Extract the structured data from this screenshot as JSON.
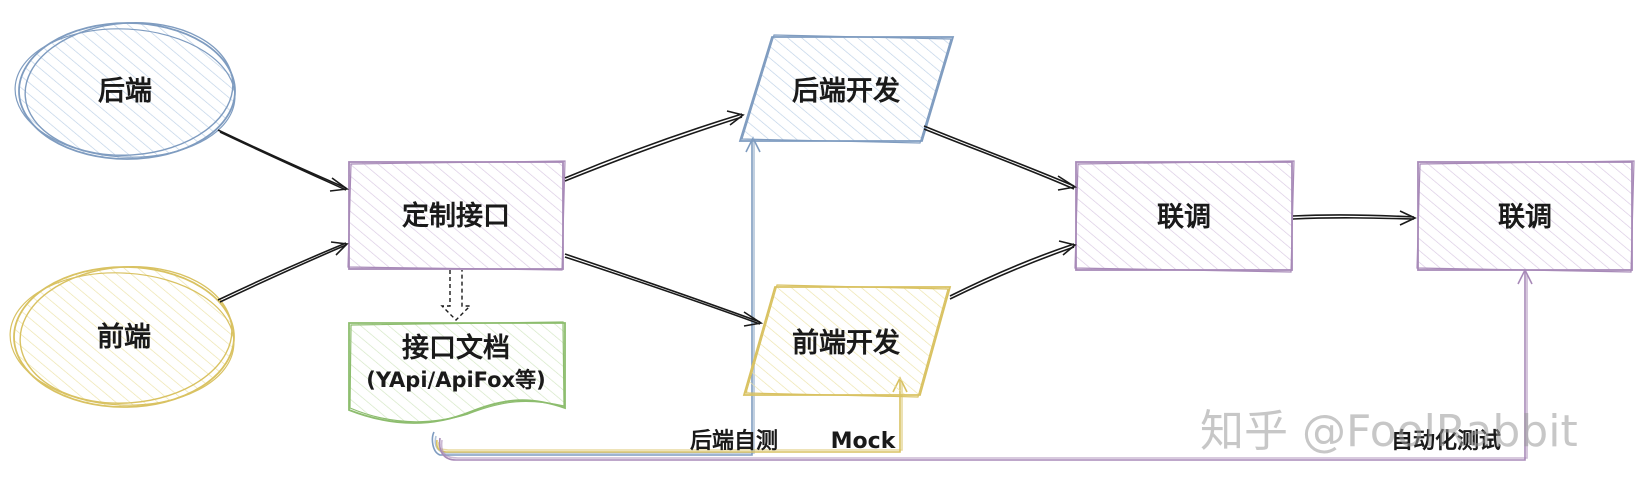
{
  "nodes": {
    "backend": "后端",
    "frontend": "前端",
    "custom_api": "定制接口",
    "api_doc": "接口文档",
    "api_doc_tools": "(YApi/ApiFox等)",
    "backend_dev": "后端开发",
    "frontend_dev": "前端开发",
    "integration_1": "联调",
    "integration_2": "联调"
  },
  "edge_labels": {
    "backend_self_test": "后端自测",
    "mock": "Mock",
    "auto_test": "自动化测试"
  },
  "watermark": "知乎 @FoolRabbit",
  "colors": {
    "blue": "#7f9cc0",
    "yellow": "#d9c262",
    "purple": "#a88ab8",
    "green": "#8dbd6e",
    "ink": "#1a1a1a"
  }
}
